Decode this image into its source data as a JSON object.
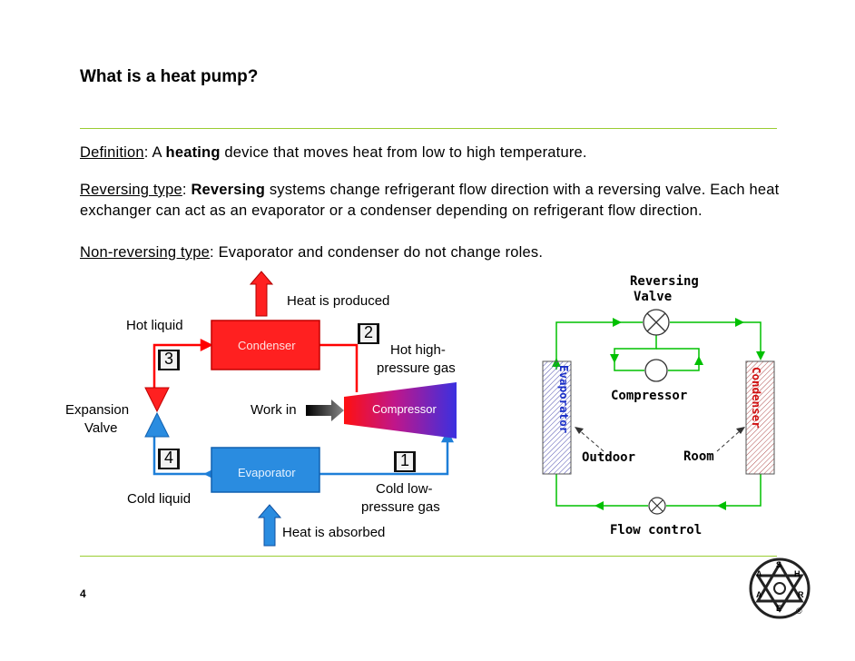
{
  "title": "What is a heat pump?",
  "definition": {
    "label": "Definition",
    "pre": ":  A ",
    "bold": "heating",
    "post": " device that moves heat from low to high temperature."
  },
  "reversing": {
    "label": "Reversing type",
    "pre": ":  ",
    "bold": "Reversing",
    "post": " systems change refrigerant flow direction with a reversing valve. Each heat exchanger can act as an evaporator or a condenser depending on refrigerant flow direction."
  },
  "nonreversing": {
    "label": "Non-reversing type",
    "post": ":  Evaporator and condenser do not change roles."
  },
  "cycle": {
    "heat_produced": "Heat is produced",
    "heat_absorbed": "Heat is absorbed",
    "hot_liquid": "Hot liquid",
    "cold_liquid": "Cold liquid",
    "expansion_valve_1": "Expansion",
    "expansion_valve_2": "Valve",
    "condenser": "Condenser",
    "evaporator": "Evaporator",
    "compressor": "Compressor",
    "work_in": "Work in",
    "hot_gas_1": "Hot high-",
    "hot_gas_2": "pressure gas",
    "cold_gas_1": "Cold low-",
    "cold_gas_2": "pressure gas",
    "step1": "1",
    "step2": "2",
    "step3": "3",
    "step4": "4"
  },
  "reversing_diagram": {
    "reversing_valve_1": "Reversing",
    "reversing_valve_2": "Valve",
    "compressor": "Compressor",
    "outdoor": "Outdoor",
    "room": "Room",
    "flow_control": "Flow control",
    "evaporator": "Evaporator",
    "condenser": "Condenser"
  },
  "logo": {
    "letters": [
      "A",
      "S",
      "H",
      "R",
      "A",
      "E"
    ],
    "mark": "®"
  },
  "colors": {
    "accent_rule": "#9acd32",
    "hot": "#ff0000",
    "cold": "#1e7fd8",
    "pipe": "#00c000"
  },
  "page_number": "4"
}
